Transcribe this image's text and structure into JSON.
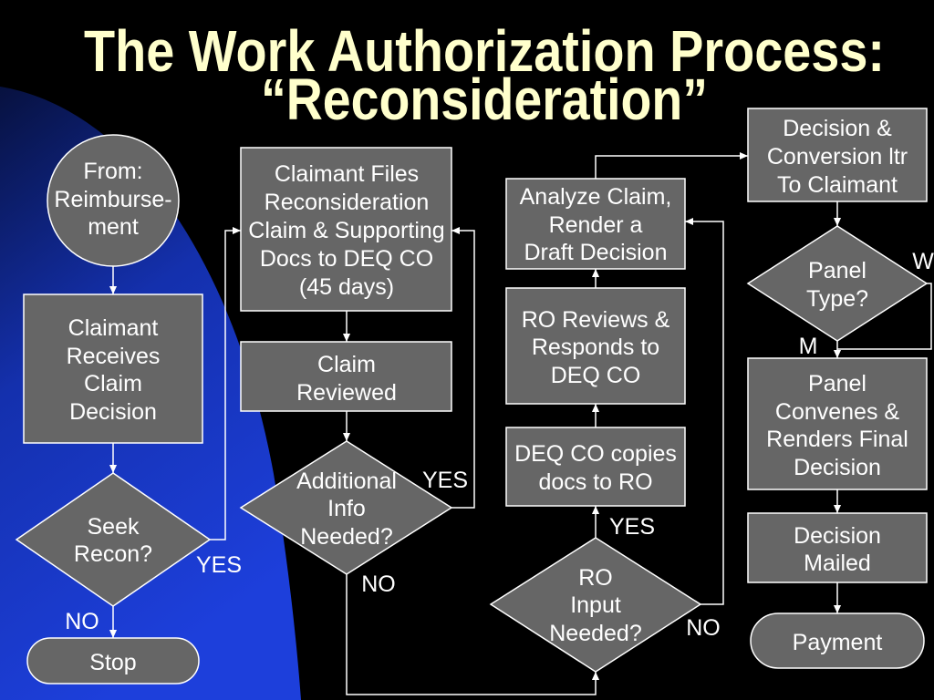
{
  "slide": {
    "title_line1": "The Work Authorization Process:",
    "title_line2": "“Reconsideration”"
  },
  "nodes": {
    "from_reimbursement": {
      "lines": [
        "From:",
        "Reimburse-",
        "ment"
      ]
    },
    "claimant_receives_decision": {
      "lines": [
        "Claimant",
        "Receives",
        "Claim",
        "Decision"
      ]
    },
    "seek_recon": {
      "lines": [
        "Seek",
        "Recon?"
      ]
    },
    "stop": {
      "lines": [
        "Stop"
      ]
    },
    "claimant_files": {
      "lines": [
        "Claimant Files",
        "Reconsideration",
        "Claim & Supporting",
        "Docs to DEQ CO",
        "(45 days)"
      ]
    },
    "claim_reviewed": {
      "lines": [
        "Claim",
        "Reviewed"
      ]
    },
    "additional_info_needed": {
      "lines": [
        "Additional",
        "Info",
        "Needed?"
      ]
    },
    "ro_input_needed": {
      "lines": [
        "RO",
        "Input",
        "Needed?"
      ]
    },
    "deq_co_copies": {
      "lines": [
        "DEQ CO copies",
        "docs to RO"
      ]
    },
    "ro_reviews": {
      "lines": [
        "RO Reviews &",
        "Responds to",
        "DEQ CO"
      ]
    },
    "analyze_claim": {
      "lines": [
        "Analyze Claim,",
        "Render a",
        "Draft Decision"
      ]
    },
    "decision_conversion": {
      "lines": [
        "Decision &",
        "Conversion ltr",
        "To Claimant"
      ]
    },
    "panel_type": {
      "lines": [
        "Panel",
        "Type?"
      ]
    },
    "panel_convenes": {
      "lines": [
        "Panel",
        "Convenes &",
        "Renders Final",
        "Decision"
      ]
    },
    "decision_mailed": {
      "lines": [
        "Decision",
        "Mailed"
      ]
    },
    "payment": {
      "lines": [
        "Payment"
      ]
    }
  },
  "edge_labels": {
    "seek_recon_yes": "YES",
    "seek_recon_no": "NO",
    "additional_info_yes": "YES",
    "additional_info_no": "NO",
    "ro_input_yes": "YES",
    "ro_input_no": "NO",
    "panel_type_w": "W",
    "panel_type_m": "M"
  },
  "colors": {
    "background": "#000000",
    "title": "#ffffcc",
    "shape_fill": "#666666",
    "shape_stroke": "#ffffff",
    "text": "#ffffff",
    "blue_region": "#1d3fdb"
  }
}
